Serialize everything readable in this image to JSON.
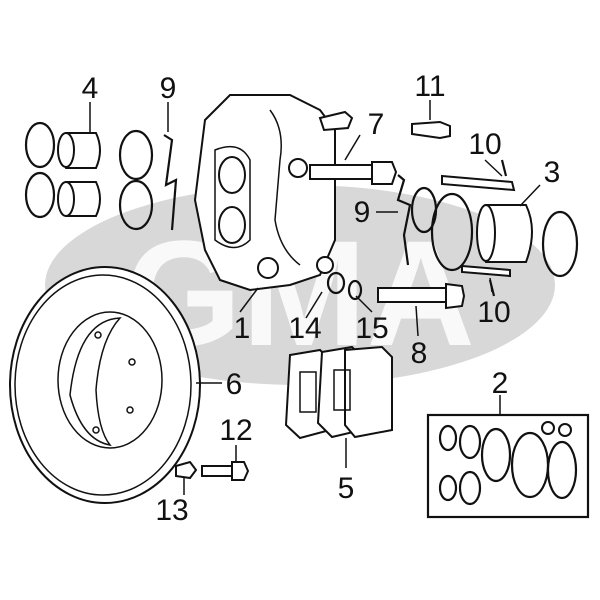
{
  "watermark": {
    "text": "GMA",
    "color": "#d8d8d8"
  },
  "callouts": [
    {
      "id": "1",
      "text": "1"
    },
    {
      "id": "2",
      "text": "2"
    },
    {
      "id": "3",
      "text": "3"
    },
    {
      "id": "4",
      "text": "4"
    },
    {
      "id": "5",
      "text": "5"
    },
    {
      "id": "6",
      "text": "6"
    },
    {
      "id": "7",
      "text": "7"
    },
    {
      "id": "8",
      "text": "8"
    },
    {
      "id": "9a",
      "text": "9"
    },
    {
      "id": "9b",
      "text": "9"
    },
    {
      "id": "10a",
      "text": "10"
    },
    {
      "id": "10b",
      "text": "10"
    },
    {
      "id": "11",
      "text": "11"
    },
    {
      "id": "12",
      "text": "12"
    },
    {
      "id": "13",
      "text": "13"
    },
    {
      "id": "14",
      "text": "14"
    },
    {
      "id": "15",
      "text": "15"
    }
  ]
}
